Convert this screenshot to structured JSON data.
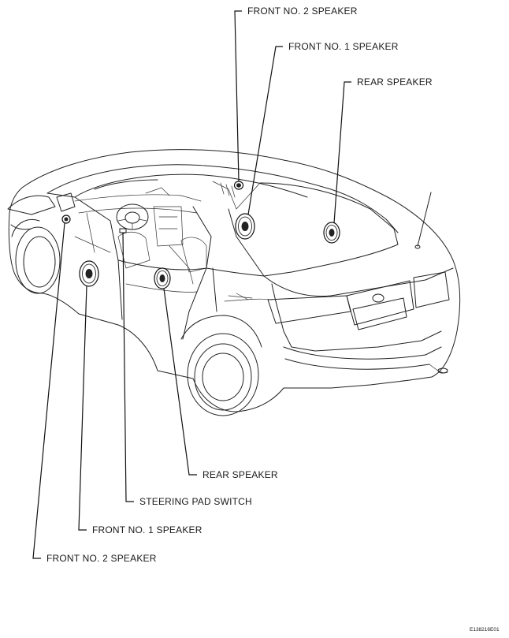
{
  "labels": {
    "front_no2_top": "FRONT NO. 2 SPEAKER",
    "front_no1_top": "FRONT NO. 1 SPEAKER",
    "rear_top": "REAR SPEAKER",
    "rear_bottom": "REAR SPEAKER",
    "steering_pad_switch": "STEERING PAD SWITCH",
    "front_no1_bottom": "FRONT NO. 1 SPEAKER",
    "front_no2_bottom": "FRONT NO. 2 SPEAKER"
  },
  "figure_code": "E138216E01"
}
